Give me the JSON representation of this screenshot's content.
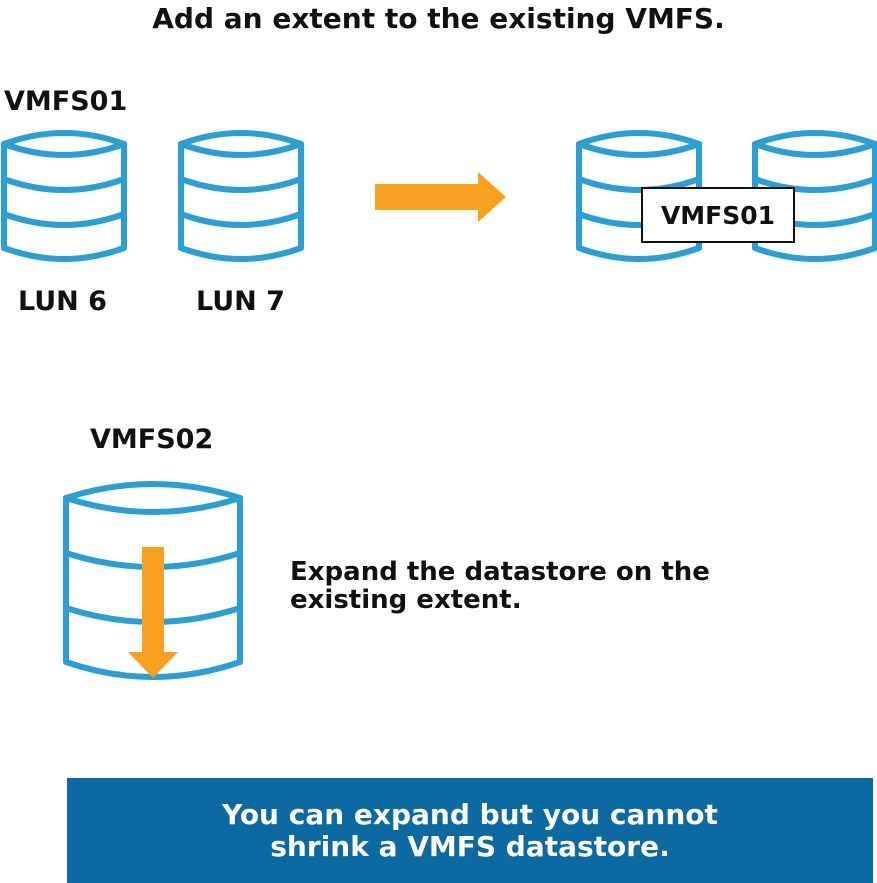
{
  "title": "Add an extent to the existing VMFS.",
  "top_diagram": {
    "datastore_label": "VMFS01",
    "luns": [
      "LUN 6",
      "LUN 7"
    ],
    "result_label": "VMFS01"
  },
  "bottom_diagram": {
    "datastore_label": "VMFS02",
    "description": "Expand the datastore on the existing extent."
  },
  "note": {
    "line1": "You can expand but you cannot",
    "line2": "shrink a VMFS datastore."
  },
  "colors": {
    "disk_stroke": "#2a9fd6",
    "arrow": "#f7a11e",
    "banner": "#0a6aa1",
    "banner_text": "#ffffff"
  },
  "icons": [
    "disk-icon",
    "right-arrow-icon",
    "down-arrow-icon"
  ]
}
